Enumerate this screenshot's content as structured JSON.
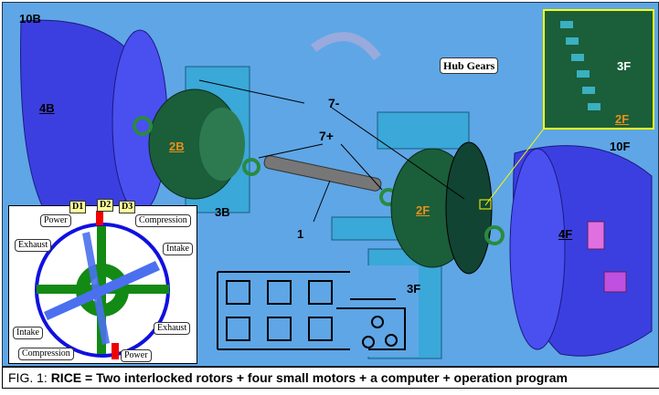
{
  "labels": {
    "l10b": "10B",
    "l4b": "4B",
    "l2b": "2B",
    "l3b": "3B",
    "l7minus": "7-",
    "l7plus": "7+",
    "l1": "1",
    "hub_gears": "Hub Gears",
    "l3f_inset": "3F",
    "l2f_inset": "2F",
    "l10f": "10F",
    "l2f": "2F",
    "l4f": "4F",
    "l3f": "3F"
  },
  "timing_diagram": {
    "tags": [
      "D1",
      "D2",
      "D3"
    ],
    "callouts": [
      "Power",
      "Compression",
      "Exhaust",
      "Intake",
      "Intake",
      "Exhaust",
      "Compression",
      "Power"
    ]
  },
  "caption": {
    "figure": "FIG. 1:",
    "text": "RICE = Two interlocked rotors + four small motors + a computer + operation program"
  },
  "colors": {
    "background": "#5fa6e6",
    "housing": "#3c3fe0",
    "rotor": "#1b5e3a",
    "accent": "#e8901a"
  }
}
